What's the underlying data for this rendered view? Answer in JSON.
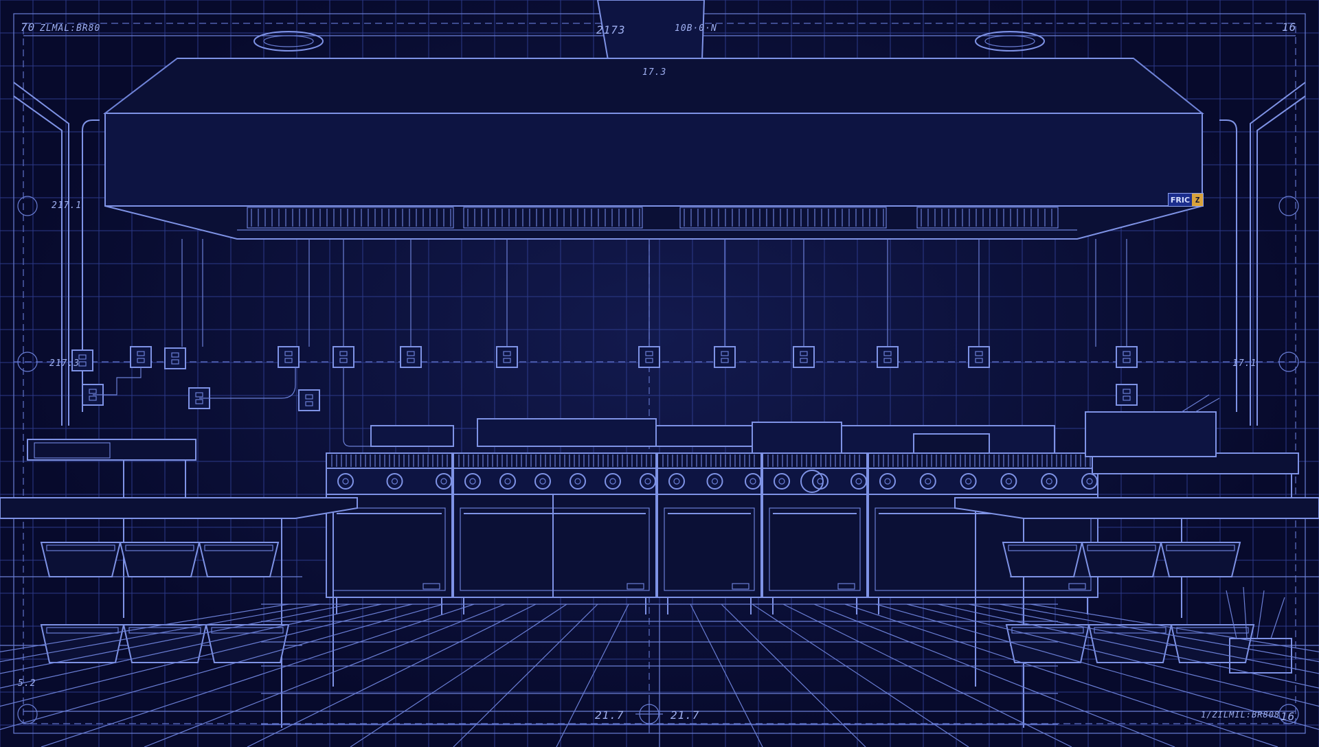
{
  "annotations": {
    "top_left_corner": "70",
    "top_left_title": "ZLMAL:BR80",
    "top_center_left": "2173",
    "top_center_right": "10B·0·N",
    "top_right_corner": "16",
    "duct_note": "17.3",
    "left_mid_1": "217.1",
    "left_mid_2": "217.3",
    "left_low": "5.2",
    "right_mid": "17.1",
    "bottom_center_left": "21.7",
    "bottom_center_right": "21.7",
    "bottom_right_title": "1/ZILMIL:BR808",
    "bottom_right_corner": "16"
  },
  "hood_badge": {
    "text": "FRIC",
    "color": "#d9a23a"
  }
}
